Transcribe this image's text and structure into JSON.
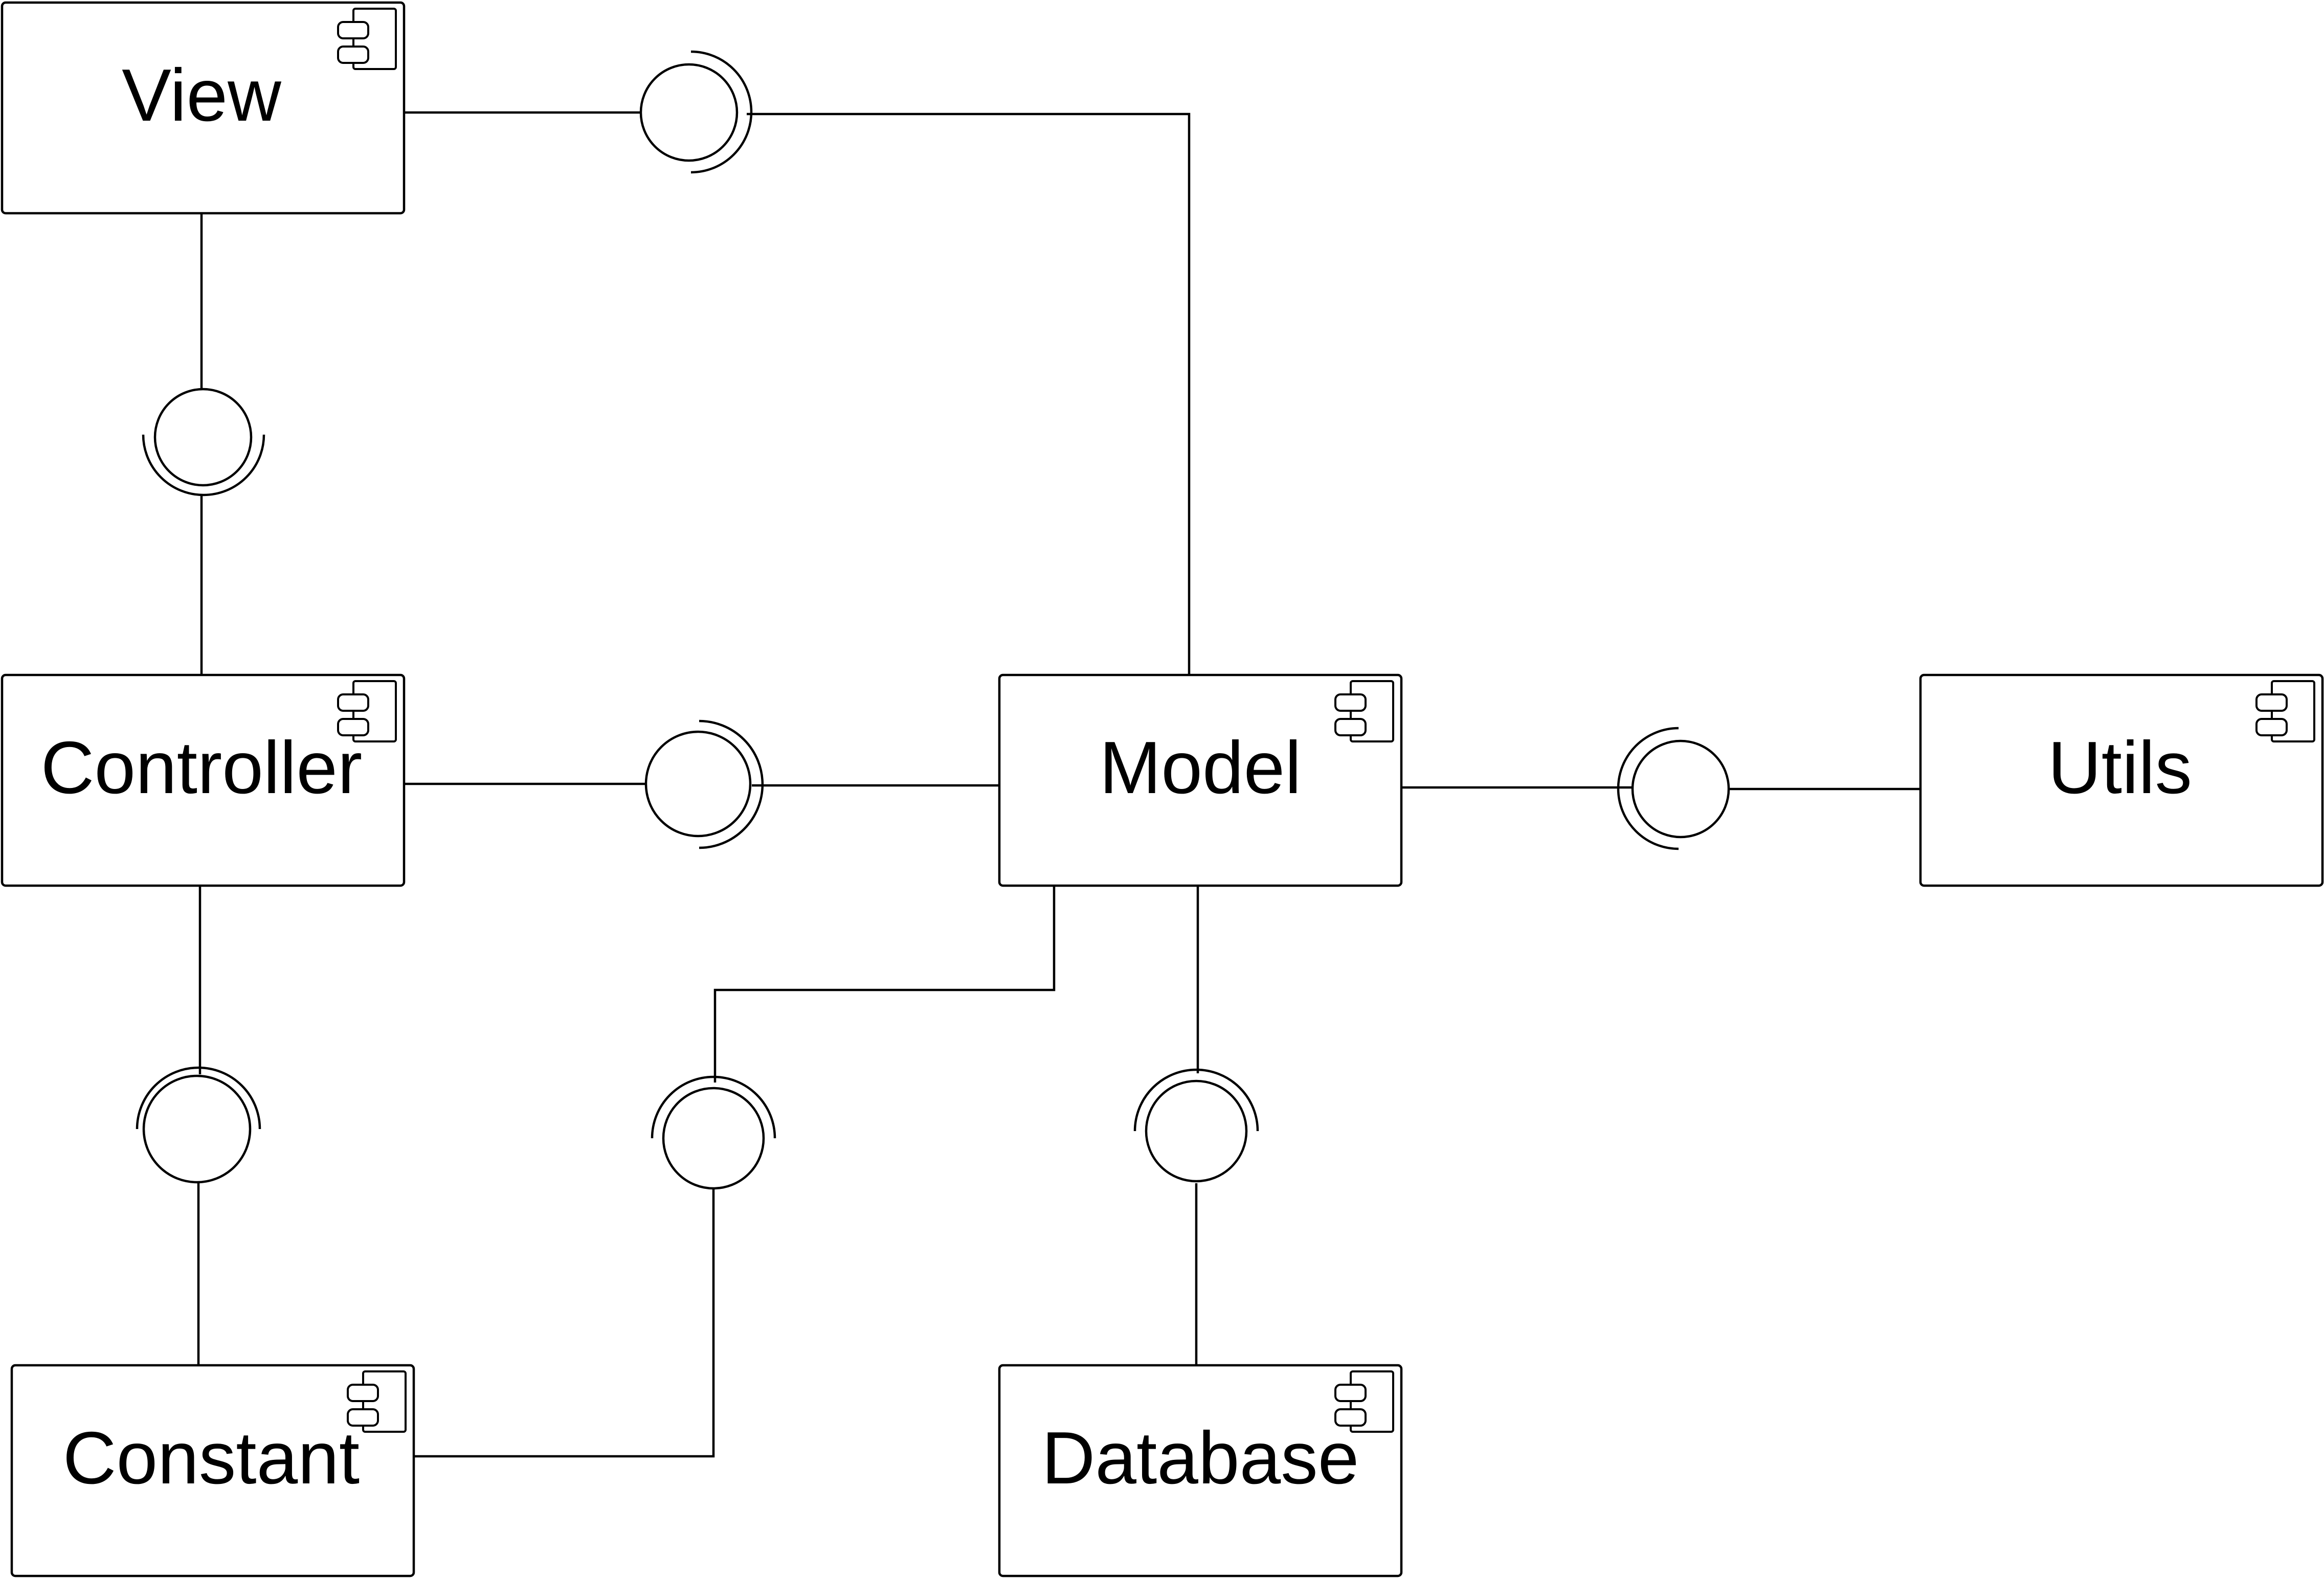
{
  "diagram": {
    "type": "uml-component-diagram",
    "components": {
      "view": {
        "label": "View",
        "icon": "uml-component-icon"
      },
      "controller": {
        "label": "Controller",
        "icon": "uml-component-icon"
      },
      "model": {
        "label": "Model",
        "icon": "uml-component-icon"
      },
      "utils": {
        "label": "Utils",
        "icon": "uml-component-icon"
      },
      "constant": {
        "label": "Constant",
        "icon": "uml-component-icon"
      },
      "database": {
        "label": "Database",
        "icon": "uml-component-icon"
      }
    },
    "interfaces": [
      {
        "id": "view-model",
        "provider": "View",
        "consumer": "Model"
      },
      {
        "id": "view-controller",
        "provider": "View",
        "consumer": "Controller"
      },
      {
        "id": "controller-model",
        "provider": "Controller",
        "consumer": "Model"
      },
      {
        "id": "model-utils",
        "provider": "Utils",
        "consumer": "Model"
      },
      {
        "id": "controller-constant",
        "provider": "Constant",
        "consumer": "Controller"
      },
      {
        "id": "model-constant",
        "provider": "Constant",
        "consumer": "Model"
      },
      {
        "id": "model-database",
        "provider": "Database",
        "consumer": "Model"
      }
    ],
    "colors": {
      "stroke": "#000000",
      "background": "#ffffff"
    }
  }
}
